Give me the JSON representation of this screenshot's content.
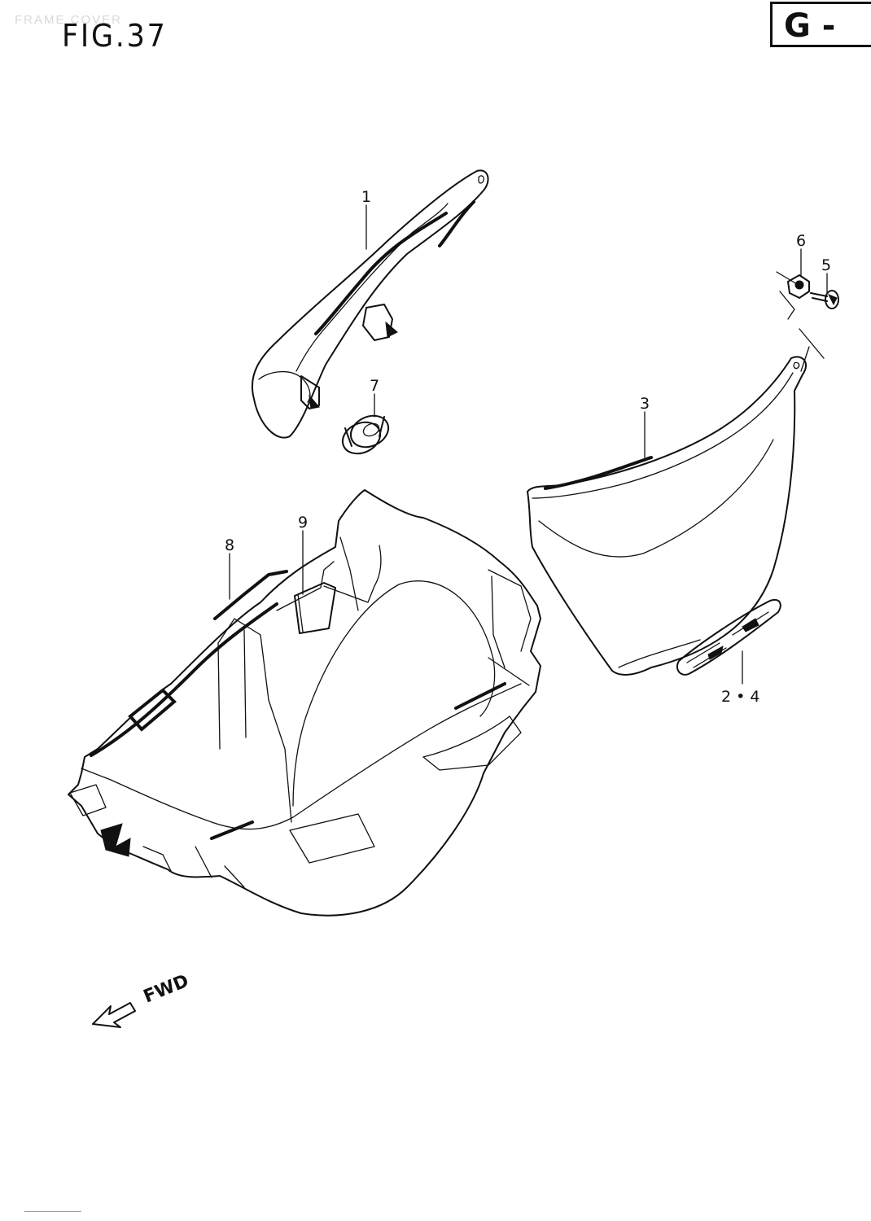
{
  "header": {
    "faint_caption": "FRAME COVER",
    "figure_number": "FIG.37",
    "section_code": "G -"
  },
  "diagram": {
    "direction_label": "FWD",
    "callouts": [
      {
        "id": "1",
        "text": "1"
      },
      {
        "id": "2-4",
        "text": "2 • 4"
      },
      {
        "id": "3",
        "text": "3"
      },
      {
        "id": "5",
        "text": "5"
      },
      {
        "id": "6",
        "text": "6"
      },
      {
        "id": "7",
        "text": "7"
      },
      {
        "id": "8",
        "text": "8"
      },
      {
        "id": "9",
        "text": "9"
      }
    ]
  }
}
